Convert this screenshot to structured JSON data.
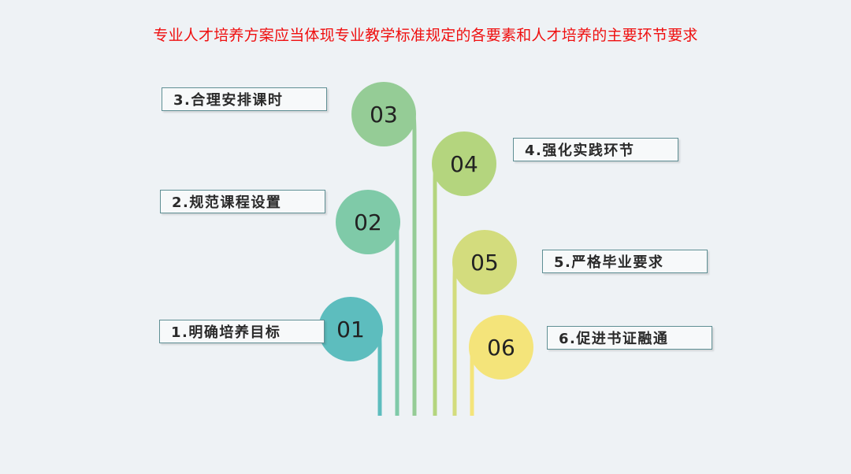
{
  "title": "专业人才培养方案应当体现专业教学标准规定的各要素和人才培养的主要环节要求",
  "steps": [
    {
      "number": "01",
      "label": "1.明确培养目标",
      "color": "#5dbdbe"
    },
    {
      "number": "02",
      "label": "2.规范课程设置",
      "color": "#7fcaa8"
    },
    {
      "number": "03",
      "label": "3.合理安排课时",
      "color": "#95cc96"
    },
    {
      "number": "04",
      "label": "4.强化实践环节",
      "color": "#b4d57e"
    },
    {
      "number": "05",
      "label": "5.严格毕业要求",
      "color": "#d3dc7d"
    },
    {
      "number": "06",
      "label": "6.促进书证融通",
      "color": "#f4e47a"
    }
  ]
}
